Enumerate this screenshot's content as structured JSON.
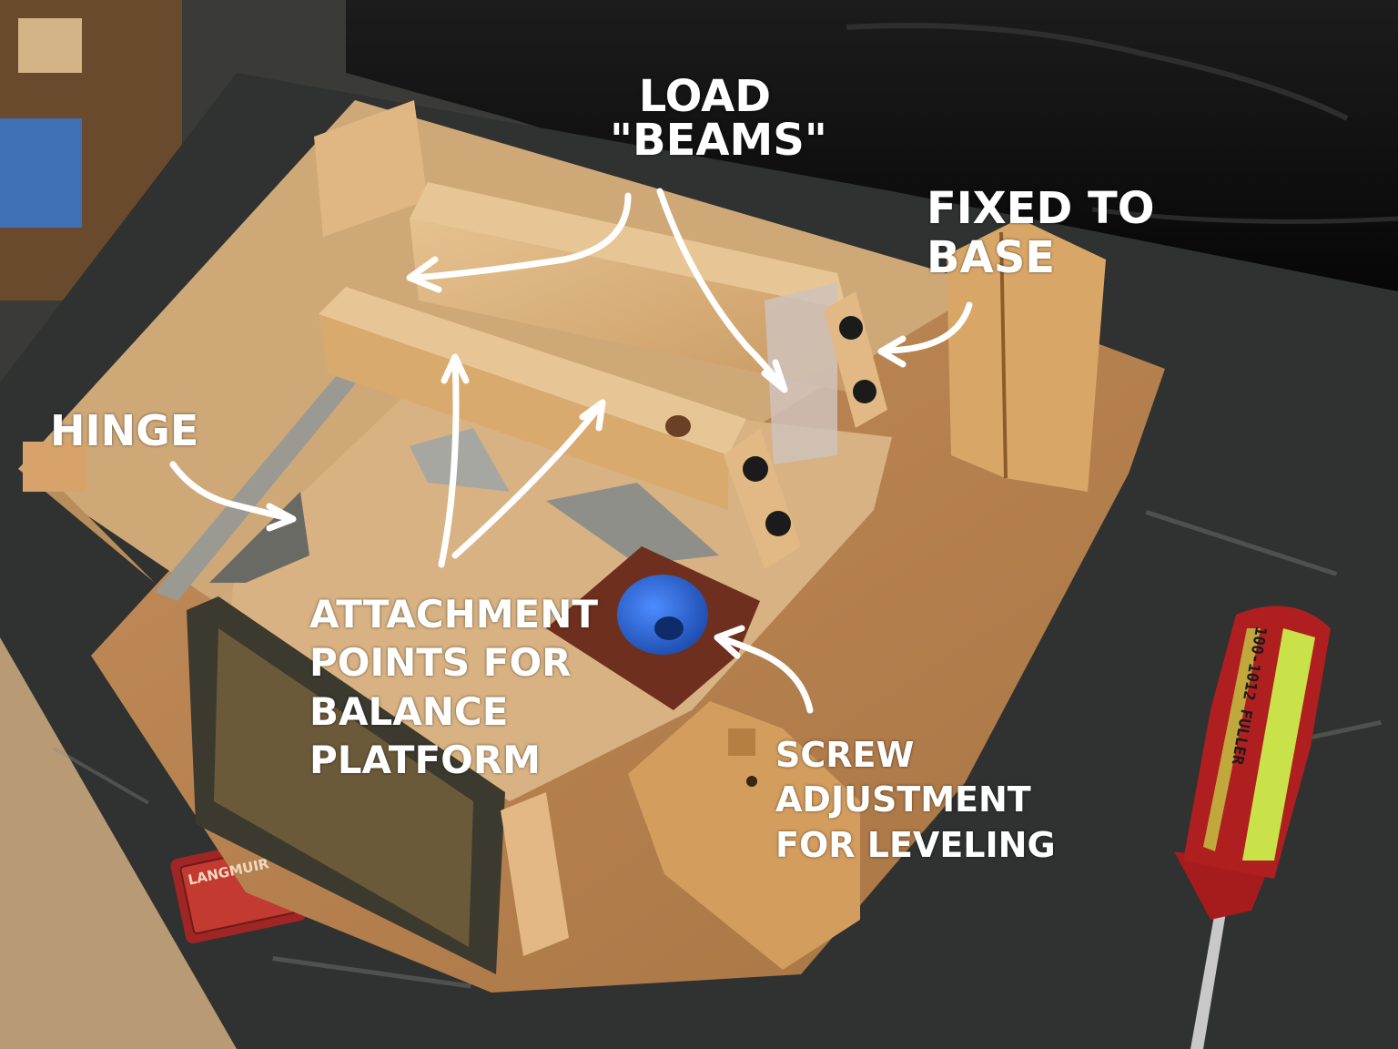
{
  "labels": {
    "load_beams": {
      "line1": "LOAD",
      "line2": "\"BEAMS\""
    },
    "fixed_to_base": {
      "line1": "FIXED TO",
      "line2": "BASE"
    },
    "hinge": {
      "line1": "HINGE"
    },
    "attachment_points": {
      "line1": "ATTACHMENT",
      "line2": "POINTS FOR",
      "line3": "BALANCE",
      "line4": "PLATFORM"
    },
    "screw_adjustment": {
      "line1": "SCREW",
      "line2": "ADJUSTMENT",
      "line3": "FOR LEVELING"
    }
  },
  "screwdriver": {
    "handle_text": "100-1012 FULLER"
  },
  "luggage_badge": {
    "text": "LANGMUIR"
  },
  "colors": {
    "table": "#2f3230",
    "couch": "#111111",
    "wood_light": "#d9b37e",
    "plywood_base": "#b8824f",
    "screwdriver_red": "#b01f1f",
    "screwdriver_stripe": "#c9e24a",
    "bottle_cap_blue": "#1f5fd0",
    "annotation": "#ffffff"
  }
}
